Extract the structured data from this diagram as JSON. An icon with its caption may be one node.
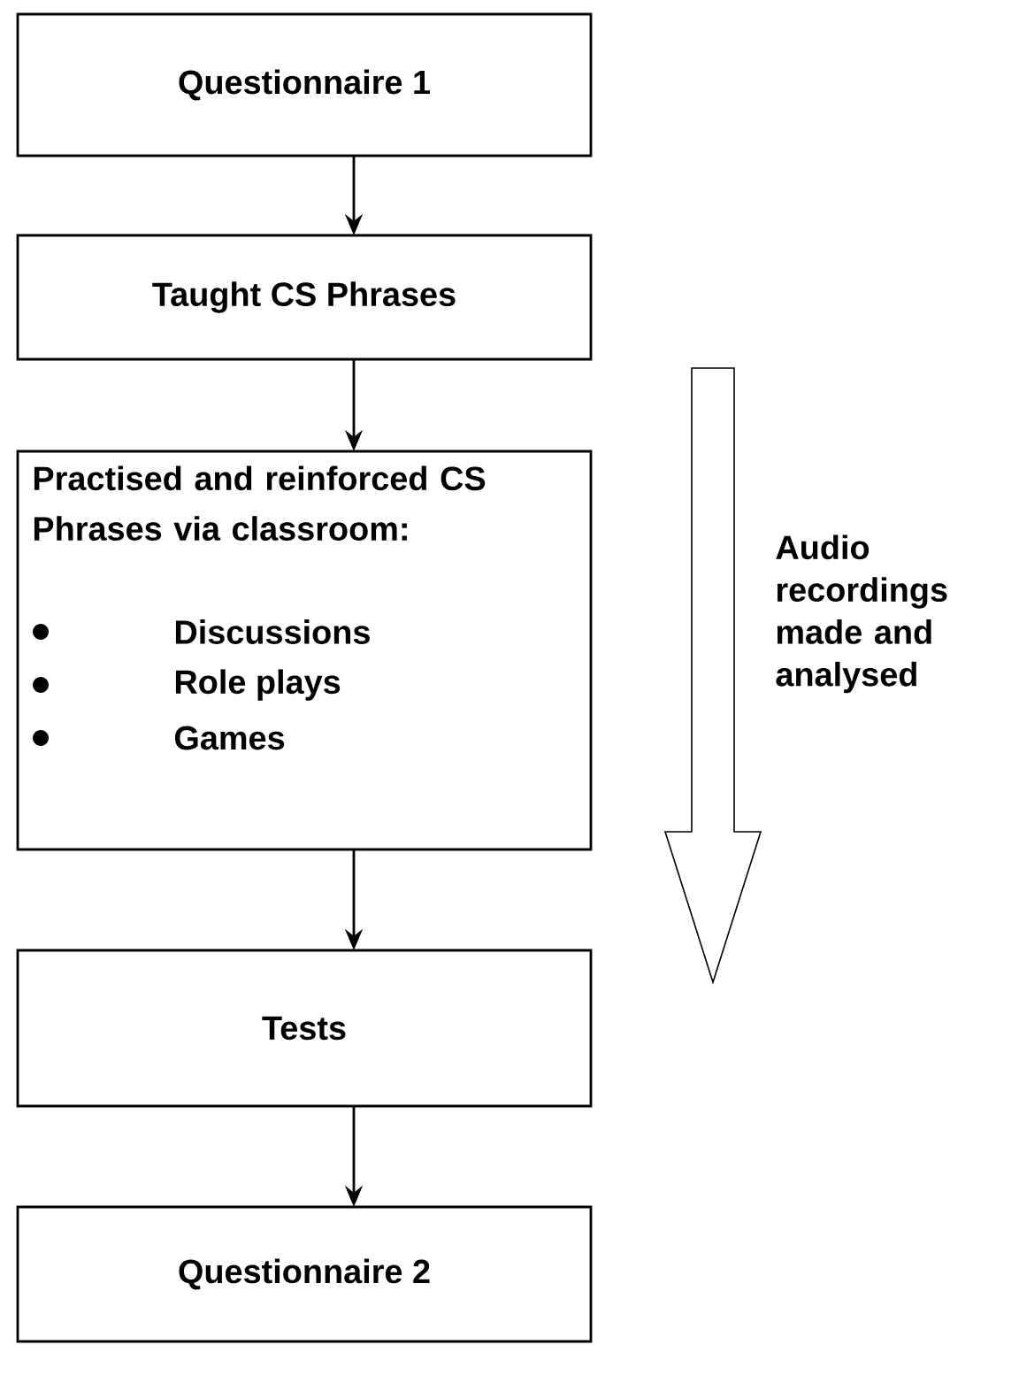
{
  "diagram": {
    "nodes": [
      {
        "text": [
          "Questionnaire 1"
        ]
      },
      {
        "text": [
          "Taught CS Phrases"
        ]
      },
      {
        "text": [
          "Practised and reinforced CS Phrases via classroom:",
          "Discussions",
          "Role plays",
          "Games"
        ]
      },
      {
        "text": [
          "Tests"
        ]
      },
      {
        "text": [
          "Questionnaire 2"
        ]
      }
    ],
    "edges": [
      {
        "from": 0,
        "to": 1,
        "arrow": "to"
      },
      {
        "from": 1,
        "to": 2,
        "arrow": "to"
      },
      {
        "from": 2,
        "to": 3,
        "arrow": "to"
      },
      {
        "from": 3,
        "to": 4,
        "arrow": "to"
      }
    ],
    "labels": [
      "Audio recordings made and analysed"
    ]
  }
}
